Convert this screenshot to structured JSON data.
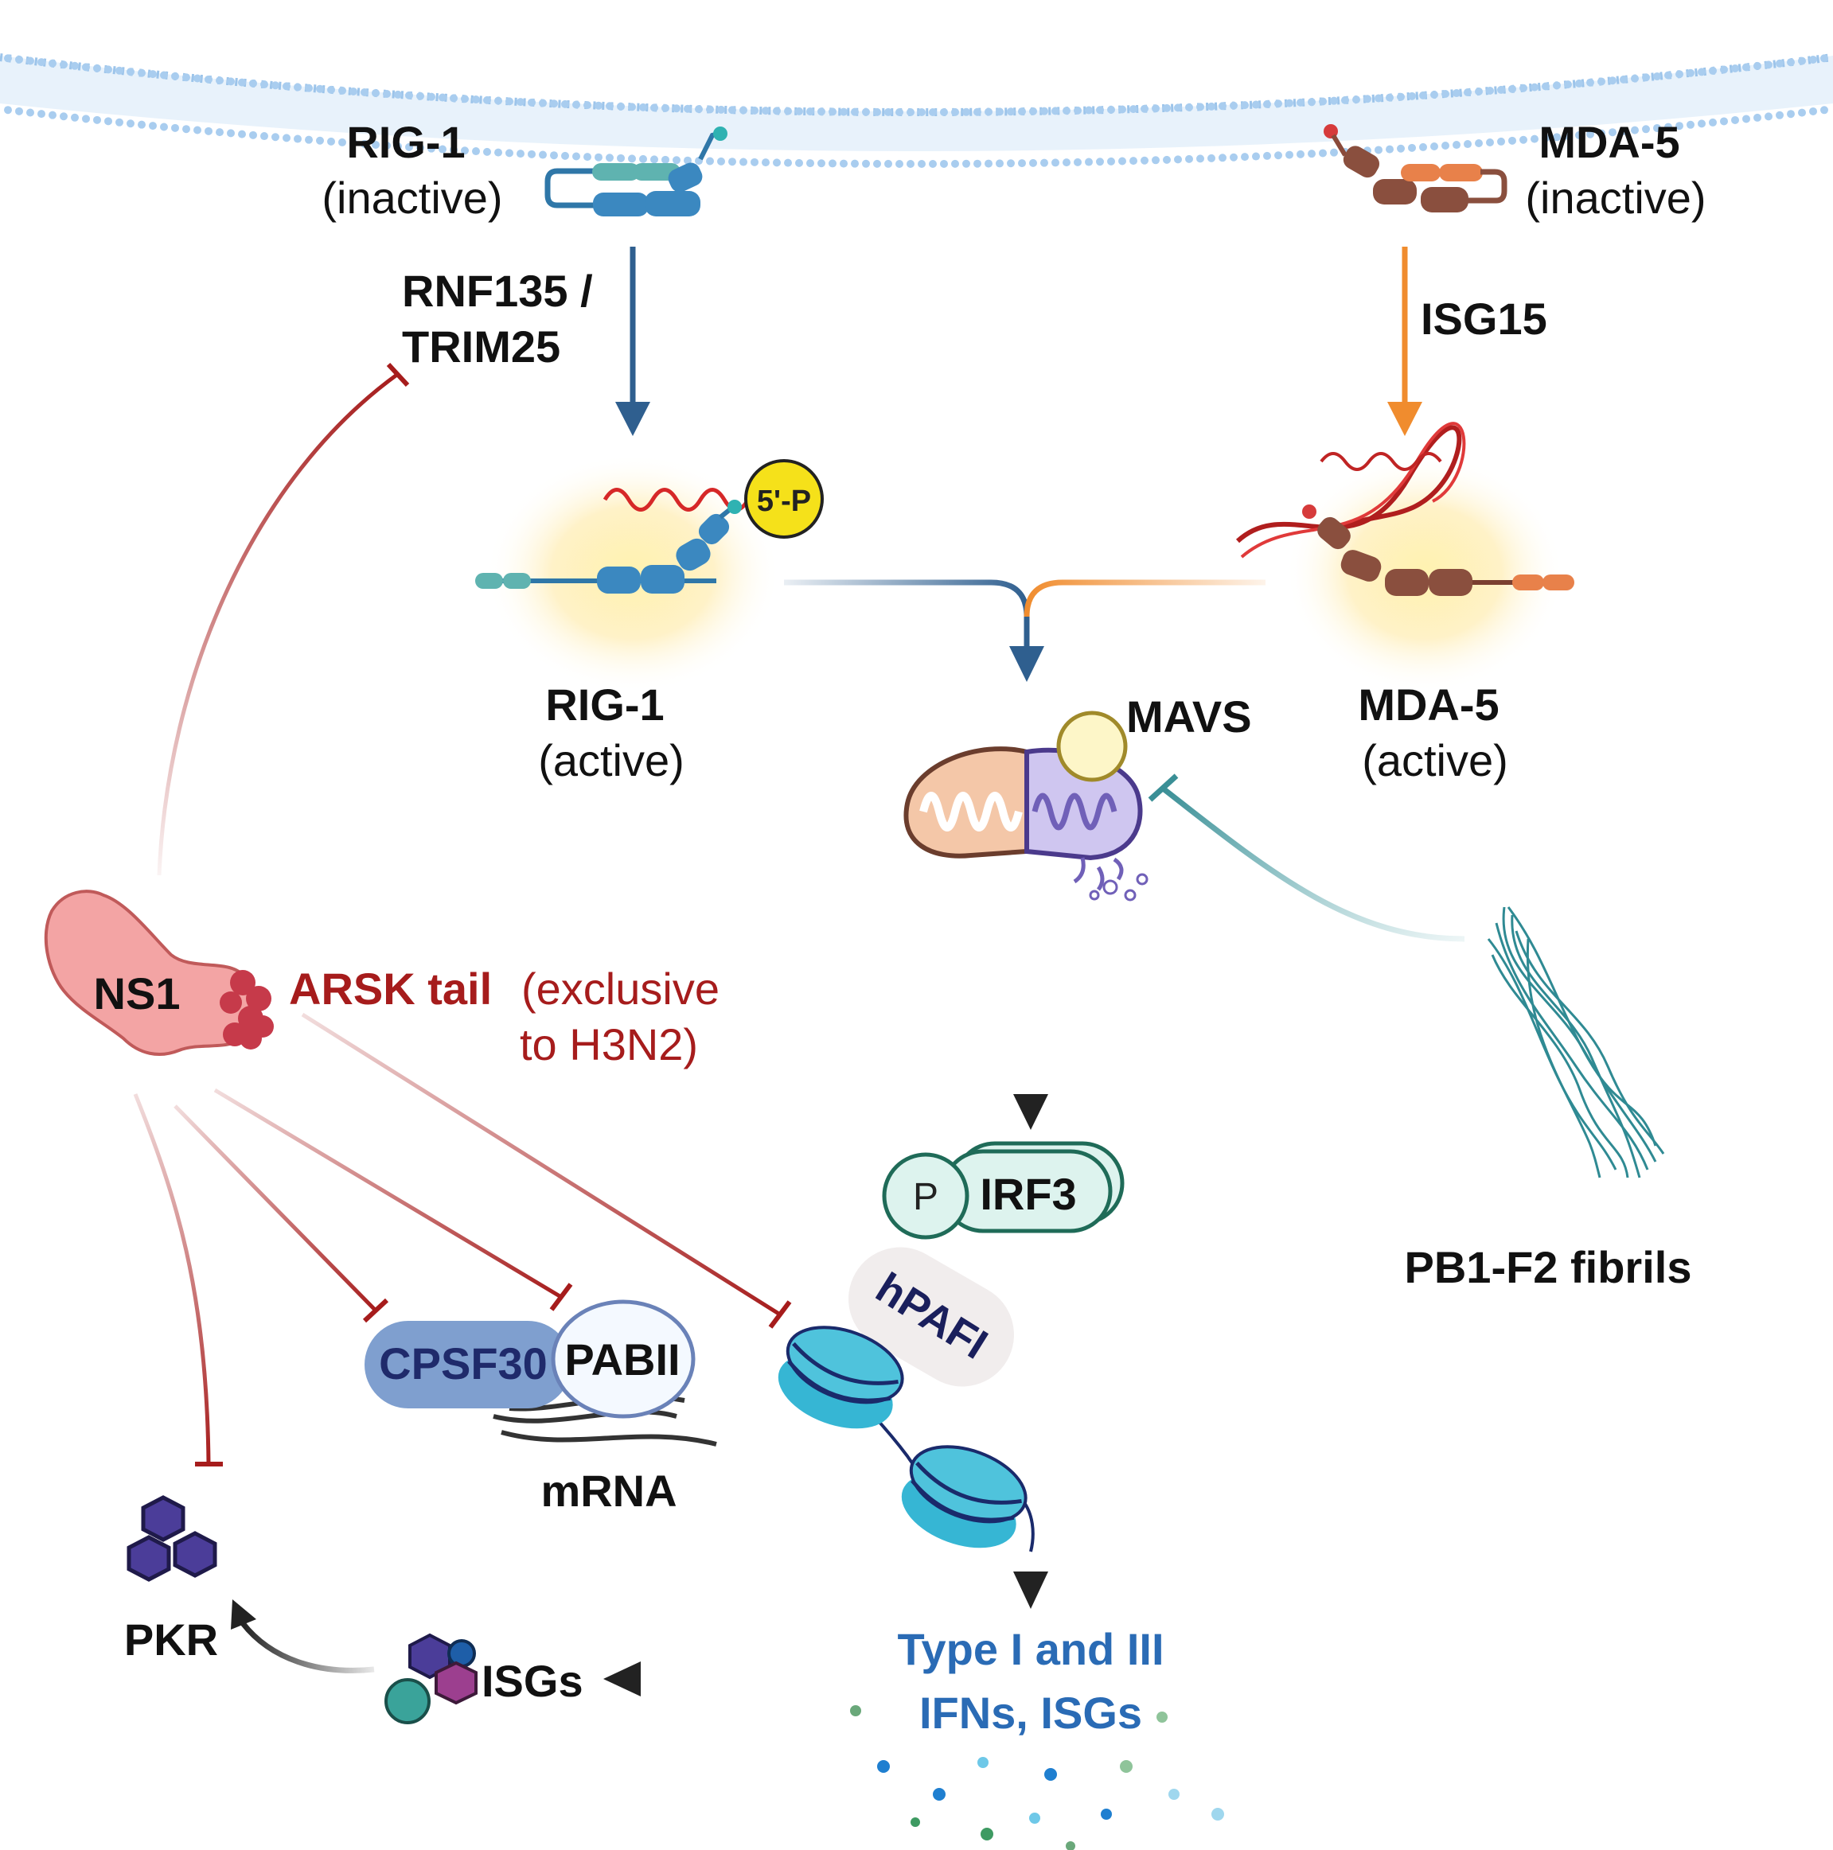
{
  "labels": {
    "rig1_name": "RIG-1",
    "rig1_inactive": "(inactive)",
    "mda5_name": "MDA-5",
    "mda5_inactive": "(inactive)",
    "rnf135_line1": "RNF135 /",
    "rnf135_line2": "TRIM25",
    "isg15": "ISG15",
    "five_p": "5'-P",
    "rig1_active_name": "RIG-1",
    "rig1_active": "(active)",
    "mda5_active_name": "MDA-5",
    "mda5_active": "(active)",
    "mavs": "MAVS",
    "ns1": "NS1",
    "arsk_tail": "ARSK tail",
    "exclusive_line1": "(exclusive",
    "exclusive_line2": "to H3N2)",
    "p": "P",
    "irf3": "IRF3",
    "pb1f2": "PB1-F2 fibrils",
    "hpafi": "hPAFI",
    "cpsf30": "CPSF30",
    "pabii": "PABII",
    "mrna": "mRNA",
    "ifn_line1": "Type I and III",
    "ifn_line2": "IFNs, ISGs",
    "isgs": "ISGs",
    "pkr": "PKR"
  },
  "colors": {
    "rig1_blue": "#2f5f8f",
    "mda5_orange": "#f08c2e",
    "inhibit_red": "#a61c1c",
    "ns1_pink": "#f2a3a3",
    "pb1f2_teal": "#4aa0a6",
    "ifn_blue": "#2a6bb5",
    "membrane": "#cfe3f6"
  }
}
